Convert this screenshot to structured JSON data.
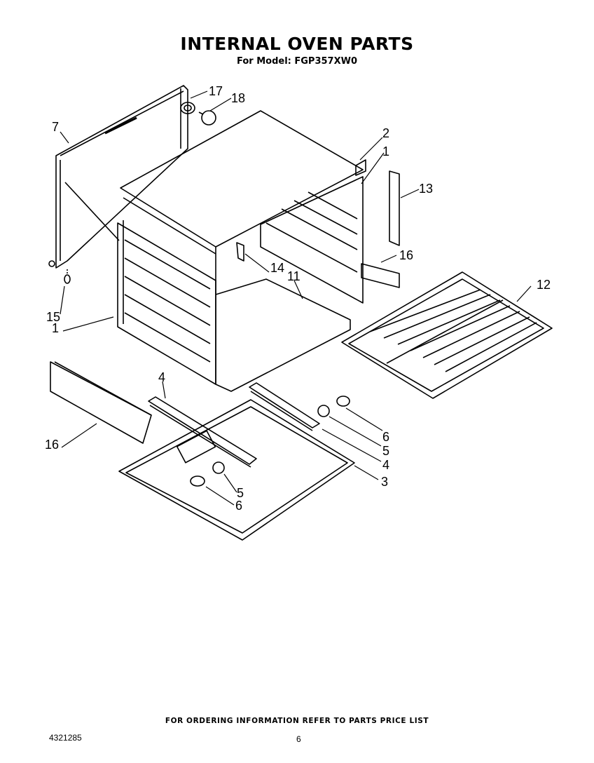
{
  "header": {
    "title": "INTERNAL OVEN PARTS",
    "subtitle": "For Model: FGP357XW0"
  },
  "callouts": {
    "c1a": "1",
    "c1b": "1",
    "c2": "2",
    "c3": "3",
    "c4a": "4",
    "c4b": "4",
    "c5a": "5",
    "c5b": "5",
    "c6a": "6",
    "c6b": "6",
    "c7": "7",
    "c11": "11",
    "c12": "12",
    "c13": "13",
    "c14": "14",
    "c15": "15",
    "c16a": "16",
    "c16b": "16",
    "c17": "17",
    "c18": "18"
  },
  "footer": {
    "note": "FOR ORDERING INFORMATION REFER TO PARTS PRICE LIST",
    "doc_number": "4321285",
    "page_number": "6"
  }
}
